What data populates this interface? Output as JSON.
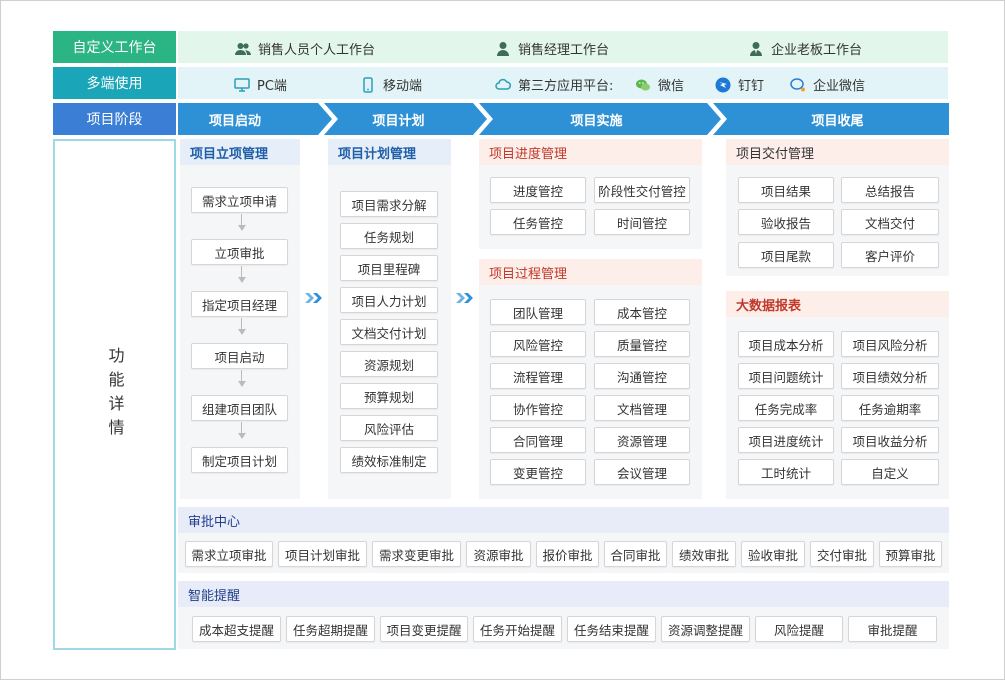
{
  "rows": {
    "custom": "自定义工作台",
    "multi": "多端使用",
    "phase": "项目阶段",
    "detail": "功能详情"
  },
  "workspaces": [
    {
      "label": "销售人员个人工作台",
      "icon": "group-icon"
    },
    {
      "label": "销售经理工作台",
      "icon": "user-icon"
    },
    {
      "label": "企业老板工作台",
      "icon": "boss-icon"
    }
  ],
  "platforms": {
    "pc": "PC端",
    "mobile": "移动端",
    "third": "第三方应用平台:",
    "wechat": "微信",
    "dingtalk": "钉钉",
    "wework": "企业微信"
  },
  "phases": [
    "项目启动",
    "项目计划",
    "项目实施",
    "项目收尾"
  ],
  "col1": {
    "title": "项目立项管理",
    "steps": [
      "需求立项申请",
      "立项审批",
      "指定项目经理",
      "项目启动",
      "组建项目团队",
      "制定项目计划"
    ]
  },
  "col2": {
    "title": "项目计划管理",
    "items": [
      "项目需求分解",
      "任务规划",
      "项目里程碑",
      "项目人力计划",
      "文档交付计划",
      "资源规划",
      "预算规划",
      "风险评估",
      "绩效标准制定"
    ]
  },
  "progress": {
    "title": "项目进度管理",
    "items": [
      "进度管控",
      "阶段性交付管控",
      "任务管控",
      "时间管控"
    ]
  },
  "process": {
    "title": "项目过程管理",
    "items": [
      "团队管理",
      "成本管控",
      "风险管控",
      "质量管控",
      "流程管理",
      "沟通管控",
      "协作管控",
      "文档管理",
      "合同管理",
      "资源管理",
      "变更管控",
      "会议管理"
    ]
  },
  "delivery": {
    "title": "项目交付管理",
    "items": [
      "项目结果",
      "总结报告",
      "验收报告",
      "文档交付",
      "项目尾款",
      "客户评价"
    ]
  },
  "bigdata": {
    "title": "大数据报表",
    "items": [
      "项目成本分析",
      "项目风险分析",
      "项目问题统计",
      "项目绩效分析",
      "任务完成率",
      "任务逾期率",
      "项目进度统计",
      "项目收益分析",
      "工时统计",
      "自定义"
    ]
  },
  "approval": {
    "title": "审批中心",
    "items": [
      "需求立项审批",
      "项目计划审批",
      "需求变更审批",
      "资源审批",
      "报价审批",
      "合同审批",
      "绩效审批",
      "验收审批",
      "交付审批",
      "预算审批"
    ]
  },
  "reminder": {
    "title": "智能提醒",
    "items": [
      "成本超支提醒",
      "任务超期提醒",
      "项目变更提醒",
      "任务开始提醒",
      "任务结束提醒",
      "资源调整提醒",
      "风险提醒",
      "审批提醒"
    ]
  },
  "colors": {
    "green": "#2cb584",
    "teal": "#1aa6b8",
    "blue": "#3a7fd5",
    "phase": "#2e91d6",
    "ws_bg": "#e3f6eb",
    "multi_bg": "#e2f4f8",
    "orange_title": "#c0392b",
    "blue_title": "#1f5fa8"
  }
}
